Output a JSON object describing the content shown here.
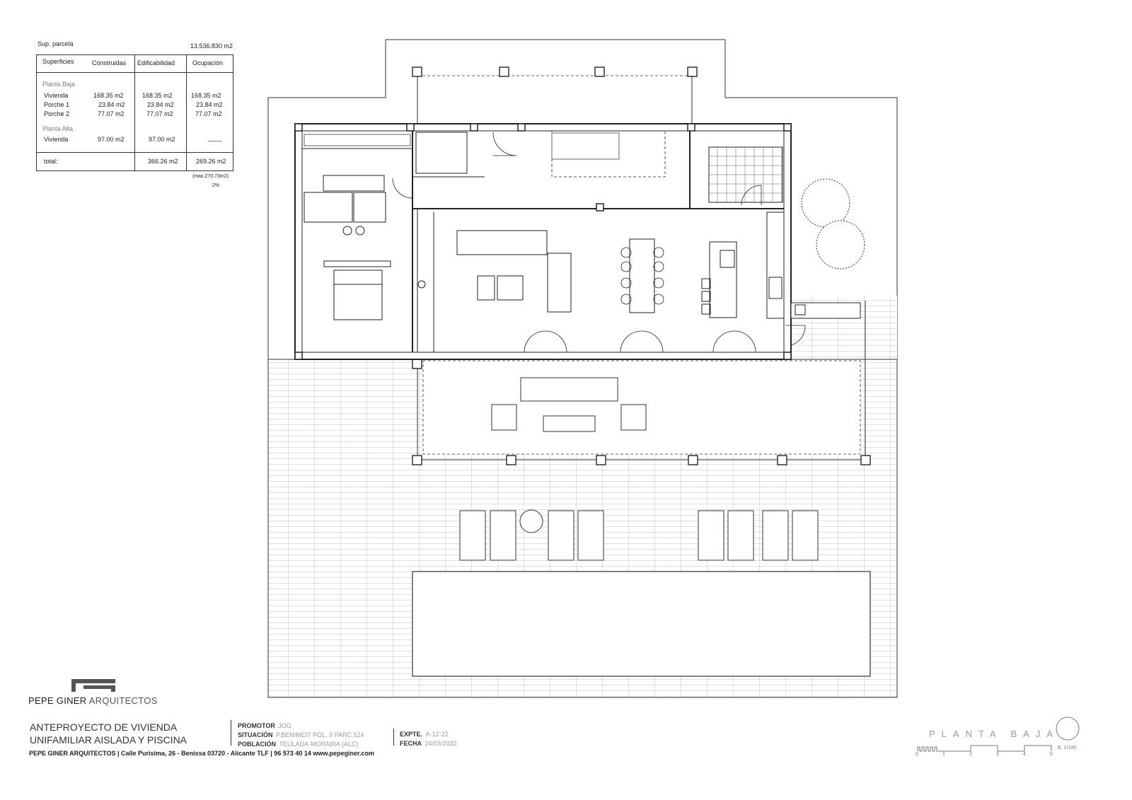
{
  "area_table": {
    "plot_label": "Sup. parcela",
    "plot_value": "13.536.830 m2",
    "headers": [
      "Superficies",
      "Construidas",
      "Edificabilidad",
      "Ocupación"
    ],
    "groups": [
      {
        "name": "Planta Baja",
        "rows": [
          {
            "label": "Vivienda",
            "construidas": "168.35 m2",
            "edificabilidad": "168.35 m2",
            "ocupacion": "168.35 m2"
          },
          {
            "label": "Porche 1",
            "construidas": "23.84 m2",
            "edificabilidad": "23.84 m2",
            "ocupacion": "23.84 m2"
          },
          {
            "label": "Porche 2",
            "construidas": "77.07 m2",
            "edificabilidad": "77.07 m2",
            "ocupacion": "77.07 m2"
          }
        ]
      },
      {
        "name": "Planta Alta",
        "rows": [
          {
            "label": "Vivienda",
            "construidas": "97.00 m2",
            "edificabilidad": "97.00 m2",
            "ocupacion": "____"
          }
        ]
      }
    ],
    "total_label": "total:",
    "total_edificabilidad": "366.26 m2",
    "total_ocupacion": "269.26 m2",
    "max_note": "(max.270.73m2)",
    "percent": "2%"
  },
  "title_block": {
    "firm": "PEPE GINER",
    "firm_suffix": "ARQUITECTOS",
    "project_line1": "ANTEPROYECTO DE VIVIENDA",
    "project_line2": "UNIFAMILIAR AISLADA Y PISCINA",
    "promotor_label": "PROMOTOR",
    "promotor": "JOG",
    "situacion_label": "SITUACIÓN",
    "situacion": "P.BENIMEIT POL. 9 PARC.524",
    "poblacion_label": "POBLACIÓN",
    "poblacion": "TEULADA-MORAIRA (ALC)",
    "expte_label": "EXPTE.",
    "expte": "A-12-22",
    "fecha_label": "FECHA",
    "fecha": "24/03/2022",
    "footer": "PEPE GINER ARQUITECTOS | Calle Purisima, 26 - Benissa 03720 - Alicante TLF | 96 573 40 14 www.pepeginer.com"
  },
  "sheet": {
    "name": "PLANTA BAJA",
    "scale": "E: 1/100",
    "scale_ticks": [
      "0",
      "1",
      "2",
      "3",
      "4",
      "5"
    ]
  }
}
